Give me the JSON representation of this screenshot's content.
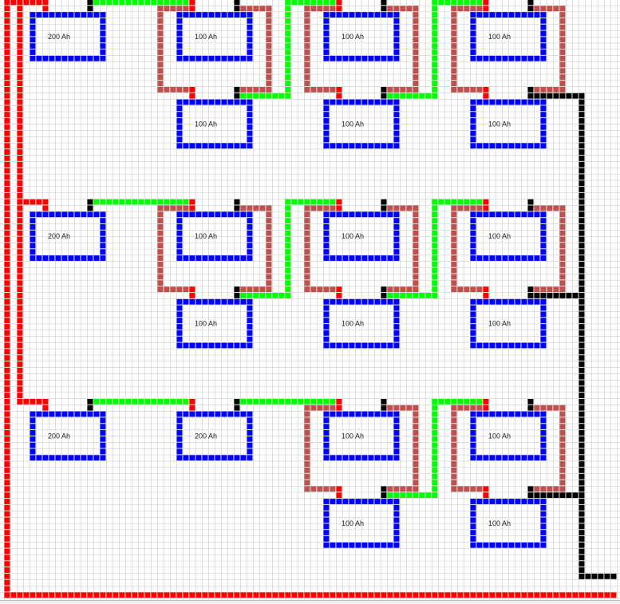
{
  "diagram": {
    "title": "Battery bank wiring grid",
    "colors": {
      "grid": "#c4c4c4",
      "battery": "#0000ff",
      "positive": "#ff0000",
      "negative": "#000000",
      "series": "#00ff00",
      "parallel": "#c0504d"
    },
    "battery_rows": [
      {
        "batteries": [
          {
            "label": "200 Ah"
          },
          {
            "label": "100 Ah"
          },
          {
            "label": "100 Ah"
          },
          {
            "label": "100 Ah"
          },
          {
            "label": "100 Ah"
          },
          {
            "label": "100 Ah"
          },
          {
            "label": "100 Ah"
          }
        ]
      },
      {
        "batteries": [
          {
            "label": "200 Ah"
          },
          {
            "label": "100 Ah"
          },
          {
            "label": "100 Ah"
          },
          {
            "label": "100 Ah"
          },
          {
            "label": "100 Ah"
          },
          {
            "label": "100 Ah"
          },
          {
            "label": "100 Ah"
          }
        ]
      },
      {
        "batteries": [
          {
            "label": "200 Ah"
          },
          {
            "label": "200 Ah"
          },
          {
            "label": "100 Ah"
          },
          {
            "label": "100 Ah"
          },
          {
            "label": "100 Ah"
          },
          {
            "label": "100 Ah"
          }
        ]
      }
    ]
  }
}
